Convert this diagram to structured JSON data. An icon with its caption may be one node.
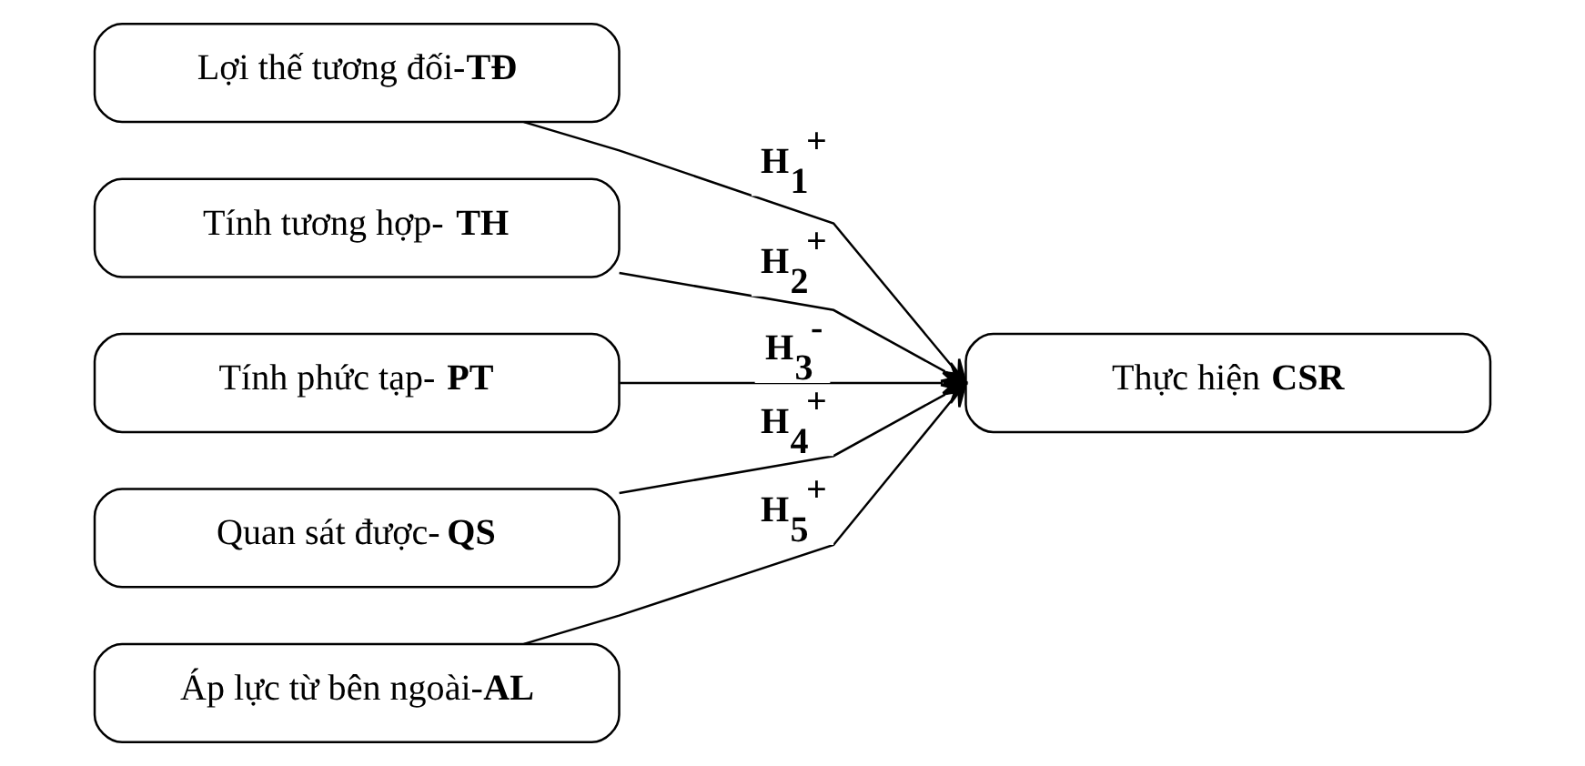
{
  "diagram": {
    "nodes": [
      {
        "text": [
          "Lợi thế tương đối-**TĐ**"
        ]
      },
      {
        "text": [
          "Tính tương hợp- **TH**"
        ]
      },
      {
        "text": [
          "Tính phức tạp- **PT**"
        ]
      },
      {
        "text": [
          "Quan sát được- **QS**"
        ]
      },
      {
        "text": [
          "Áp lực từ bên ngoài-**AL**"
        ]
      },
      {
        "text": [
          "Thực hiện **CSR**"
        ]
      }
    ],
    "edges": [
      {
        "from": 0,
        "to": 5,
        "arrow": "to",
        "label": "H$_{1}$$^{+}$"
      },
      {
        "from": 1,
        "to": 5,
        "arrow": "to",
        "label": "H$_{2}$$^{+}$"
      },
      {
        "from": 2,
        "to": 5,
        "arrow": "to",
        "label": "H$_{3}$$^{-}$"
      },
      {
        "from": 3,
        "to": 5,
        "arrow": "to",
        "label": "H$_{4}$$^{+}$"
      },
      {
        "from": 4,
        "to": 5,
        "arrow": "to",
        "label": "H$_{5}$$^{+}$"
      }
    ]
  }
}
